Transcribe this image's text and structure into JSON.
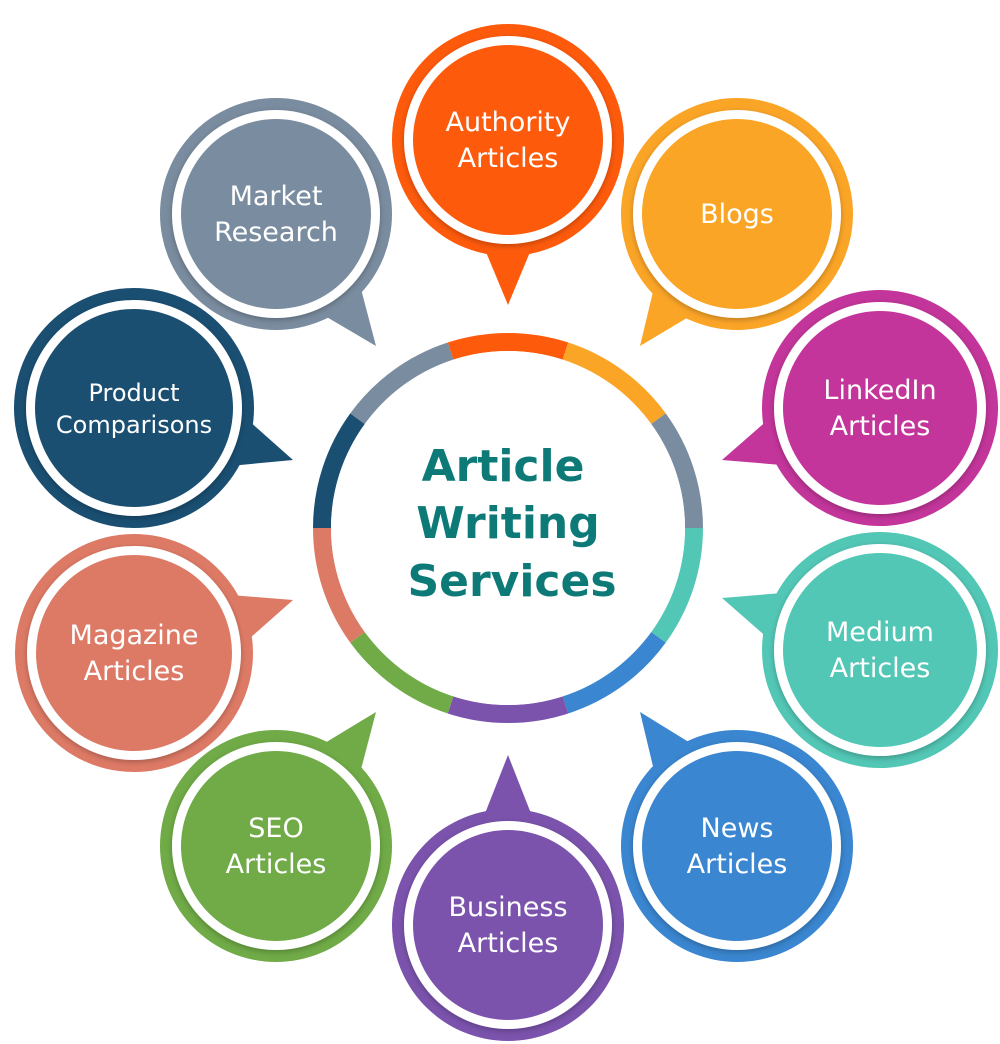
{
  "center": {
    "lines": [
      "Article",
      "Writing",
      "Services"
    ],
    "color": "#0d7a78"
  },
  "nodes": [
    {
      "id": "authority",
      "lines": [
        "Authority",
        "Articles"
      ],
      "color": "#fe5a0c",
      "icon": "speech-bubble-icon"
    },
    {
      "id": "blogs",
      "lines": [
        "Blogs"
      ],
      "color": "#fba527",
      "icon": "speech-bubble-icon"
    },
    {
      "id": "linkedin",
      "lines": [
        "LinkedIn",
        "Articles"
      ],
      "color": "#c3359a",
      "icon": "speech-bubble-icon"
    },
    {
      "id": "medium",
      "lines": [
        "Medium",
        "Articles"
      ],
      "color": "#53c7b6",
      "icon": "speech-bubble-icon"
    },
    {
      "id": "news",
      "lines": [
        "News",
        "Articles"
      ],
      "color": "#3a86d0",
      "icon": "speech-bubble-icon"
    },
    {
      "id": "business",
      "lines": [
        "Business",
        "Articles"
      ],
      "color": "#7b53ad",
      "icon": "speech-bubble-icon"
    },
    {
      "id": "seo",
      "lines": [
        "SEO",
        "Articles"
      ],
      "color": "#70ab47",
      "icon": "speech-bubble-icon"
    },
    {
      "id": "magazine",
      "lines": [
        "Magazine",
        "Articles"
      ],
      "color": "#dd7a66",
      "icon": "speech-bubble-icon"
    },
    {
      "id": "product",
      "lines": [
        "Product",
        "Comparisons"
      ],
      "color": "#1a4f72",
      "icon": "speech-bubble-icon"
    },
    {
      "id": "market",
      "lines": [
        "Market",
        "Research"
      ],
      "color": "#7a8c9f",
      "icon": "speech-bubble-icon"
    }
  ],
  "ring": [
    {
      "color": "#fe5a0c"
    },
    {
      "color": "#fba527"
    },
    {
      "color": "#7a8c9f"
    },
    {
      "color": "#53c7b6"
    },
    {
      "color": "#3a86d0"
    },
    {
      "color": "#7b53ad"
    },
    {
      "color": "#70ab47"
    },
    {
      "color": "#dd7a66"
    },
    {
      "color": "#1a4f72"
    },
    {
      "color": "#7a8c9f"
    }
  ]
}
